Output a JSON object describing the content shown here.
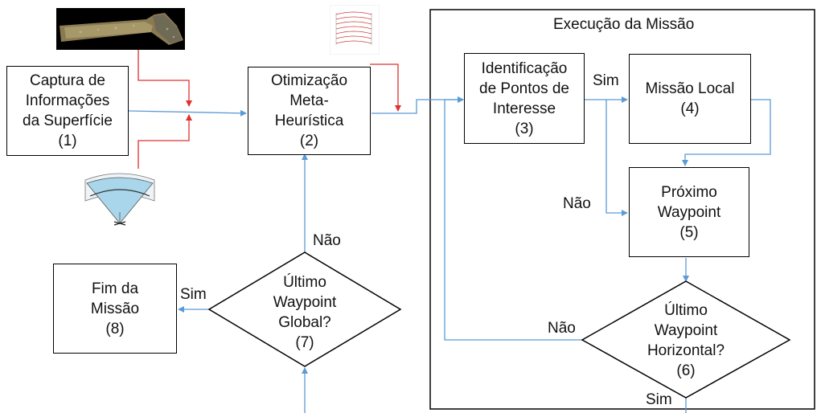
{
  "colors": {
    "flow": "#5b9bd5",
    "input": "#e03030",
    "border": "#000000"
  },
  "container": {
    "title": "Execução da Missão"
  },
  "nodes": {
    "capture": {
      "lines": [
        "Captura de",
        "Informações",
        "da Superfície",
        "(1)"
      ]
    },
    "optimization": {
      "lines": [
        "Otimização",
        "Meta-",
        "Heurística",
        "(2)"
      ]
    },
    "identification": {
      "lines": [
        "Identificação",
        "de Pontos de",
        "Interesse",
        "(3)"
      ]
    },
    "local_mission": {
      "lines": [
        "Missão Local",
        "(4)"
      ]
    },
    "next_waypoint": {
      "lines": [
        "Próximo",
        "Waypoint",
        "(5)"
      ]
    },
    "last_horizontal": {
      "lines": [
        "Último",
        "Waypoint",
        "Horizontal?",
        "(6)"
      ]
    },
    "last_global": {
      "lines": [
        "Último",
        "Waypoint",
        "Global?",
        "(7)"
      ]
    },
    "end_mission": {
      "lines": [
        "Fim da",
        "Missão",
        "(8)"
      ]
    }
  },
  "edge_labels": {
    "sim_local": "Sim",
    "nao_next": "Não",
    "nao_horizontal": "Não",
    "sim_horizontal": "Sim",
    "nao_global": "Não",
    "sim_global": "Sim"
  },
  "icons": {
    "surface_scan": "point-cloud-scan-image",
    "drone_coverage": "drone-coverage-sketch",
    "path_plot": "optimized-path-plot-thumbnail"
  }
}
